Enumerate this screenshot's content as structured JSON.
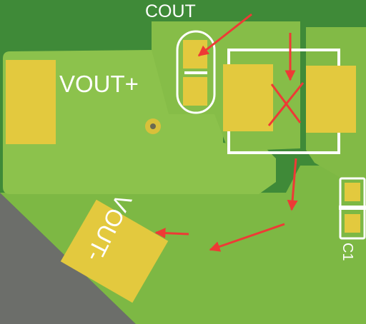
{
  "labels": {
    "cout": "COUT",
    "vout_plus": "VOUT+",
    "vout_minus": "VOUT-",
    "c1": "C1"
  },
  "colors": {
    "board_outer": "#3f8a38",
    "copper_pour": "#7db844",
    "copper_pour_light": "#8cc24c",
    "pad": "#e3c93e",
    "silkscreen": "#ffffff",
    "annotation_arrow": "#ee3a35",
    "background": "#6c6e6a"
  }
}
